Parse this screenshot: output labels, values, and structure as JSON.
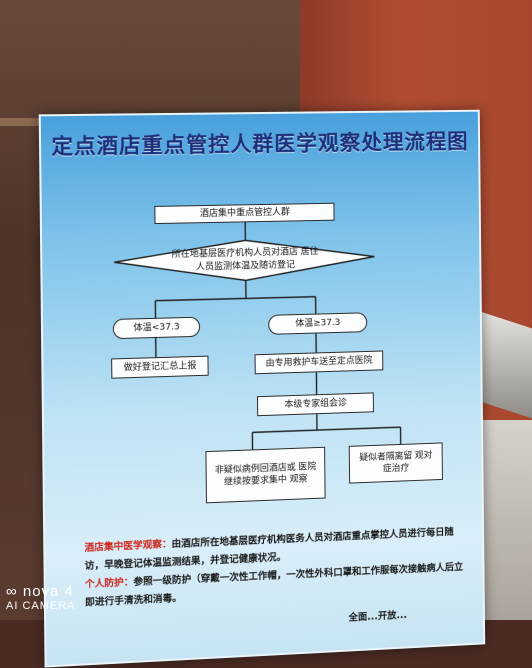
{
  "poster": {
    "title": "定点酒店重点管控人群医学观察处理流程图",
    "flow": {
      "step1": "酒店集中重点管控人群",
      "decision": "所在地基层医疗机构人员对酒店 居住人员监测体温及随访登记",
      "branch_low": "体温<37.3",
      "branch_high": "体温≥37.3",
      "low_action": "做好登记汇总上报",
      "high_action": "由专用救护车送至定点医院",
      "consult": "本级专家组会诊",
      "outcome_a": "非疑似病例回酒店或 医院继续按要求集中 观察",
      "outcome_b": "疑似者隔离留 观对症治疗"
    },
    "notes": {
      "label1": "酒店集中医学观察：",
      "text1": "由酒店所在地基层医疗机构医务人员对酒店重点掌控人员进行每日随访，早晚登记体温监测结果，并登记健康状况。",
      "label2": "个人防护：",
      "text2": "参照一级防护（穿戴一次性工作帽，一次性外科口罩和工作服每次接触病人后立即进行手清洗和消毒。",
      "cutoff": "全面...开放..."
    }
  },
  "watermark": {
    "brand": "nova 4",
    "camera": "AI CAMERA"
  }
}
